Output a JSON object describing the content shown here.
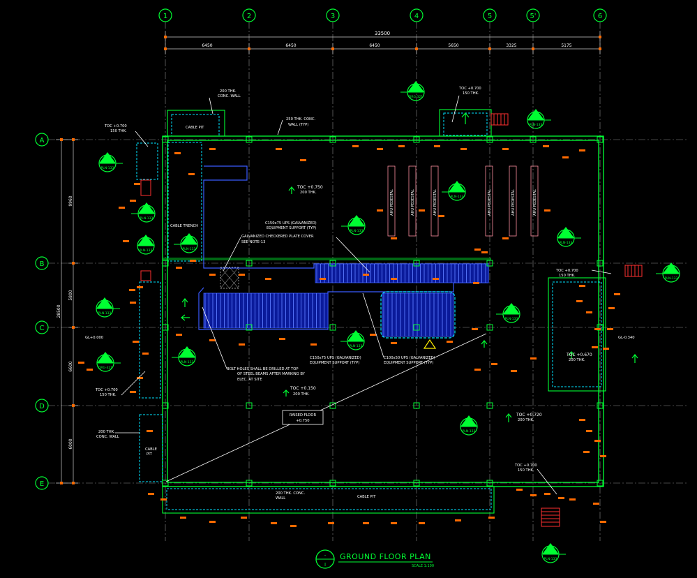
{
  "colors": {
    "background": "#000000",
    "grid_line": "#8c8c8c",
    "wall": "#00ff33",
    "dimension": "#ffffff",
    "dim_tick": "#ff6a00",
    "trench": "#00e5ff",
    "equipment": "#1a3dff",
    "pedestal": "#ff8fa0",
    "text": "#ffffff",
    "marker": "#00ff33"
  },
  "grid_columns": [
    "1",
    "2",
    "3",
    "4",
    "5",
    "5'",
    "6"
  ],
  "grid_rows": [
    "A",
    "B",
    "C",
    "D",
    "E"
  ],
  "dimensions": {
    "overall_horizontal": "33500",
    "bays_horizontal": [
      "6450",
      "6450",
      "6450",
      "5650",
      "3325",
      "5175"
    ],
    "overall_vertical": "28500",
    "bays_vertical": [
      "9960",
      "5800",
      "6600",
      "6000"
    ]
  },
  "section_markers": [
    {
      "letter": "B",
      "ref": "PLN-133"
    },
    {
      "letter": "C",
      "ref": "PLN-133"
    },
    {
      "letter": "C",
      "ref": "PLN-133"
    },
    {
      "letter": "B",
      "ref": "PLN-133"
    },
    {
      "letter": "1",
      "ref": "DRG-321"
    },
    {
      "letter": "N",
      "ref": "PLN-133"
    },
    {
      "letter": "M",
      "ref": "PLN-133"
    },
    {
      "letter": "P",
      "ref": "PLN-133"
    },
    {
      "letter": "E",
      "ref": "PLN-133"
    },
    {
      "letter": "A",
      "ref": "PLN-133"
    },
    {
      "letter": "2",
      "ref": "DRG-321"
    },
    {
      "letter": "J",
      "ref": "PLN-133"
    },
    {
      "letter": "H",
      "ref": "PLN-133"
    },
    {
      "letter": "G",
      "ref": "PLN-133"
    },
    {
      "letter": "D",
      "ref": "PLN-133"
    },
    {
      "letter": "F",
      "ref": "PLN-133"
    },
    {
      "letter": "K",
      "ref": "PLN-133"
    }
  ],
  "annotations": {
    "toc_a_left": "TOC +0.700",
    "thk_a_left": "150 THK.",
    "wall_top_left": "200 THK.",
    "wall_top_left_2": "CONC. WALL",
    "wall_top_mid": "250 THK. CONC.",
    "wall_top_mid_2": "WALL (TYP)",
    "cable_pit_top": "CABLE PIT",
    "toc_top_right": "TOC +0.700",
    "thk_top_right": "150 THK.",
    "toc_main": "TOC +0.750",
    "thk_main": "200 THK.",
    "cable_trench": "CABLE TRENCH",
    "ups_support_1": "C150x75 UPS (GALVANIZED)",
    "ups_support_1b": "EQUIPMENT SUPPORT (TYP)",
    "chequered_plate": "GALVANIZED CHECKERED PLATE COVER",
    "chequered_plate_2": "SEE NOTE-13",
    "gl_left": "GL+0.000",
    "gl_right": "GL-0.340",
    "bolt_note_1": "BOLT HOLES SHALL BE DRILLED AT TOP",
    "bolt_note_2": "OF STEEL BEAMS AFTER MARKING BY",
    "bolt_note_3": "ELEC. AT SITE",
    "ups_support_2": "C150x75 UPS (GALVANIZED)",
    "ups_support_2b": "EQUIPMENT SUPPORT (TYP)",
    "ups_support_3": "C100x50 UPS (GALVANIZED)",
    "ups_support_3b": "EQUIPMENT SUPPORT (TYP)",
    "toc_c_left": "TOC +0.700",
    "thk_c_left": "150 THK.",
    "toc_lower": "TOC +0.150",
    "thk_lower": "200 THK.",
    "raised_floor": "RAISED FLOOR",
    "raised_floor_2": "+0.750",
    "wall_left_low": "200 THK.",
    "wall_left_low_2": "CONC. WALL",
    "cable_pit_left": "CABLE",
    "cable_pit_left_2": "PIT",
    "toc_d_right": "TOC +0.720",
    "thk_d_right": "200 THK.",
    "toc_b_right": "TOC +0.700",
    "thk_b_right": "150 THK.",
    "toc_side": "TOC +0.670",
    "thk_side": "200 THK.",
    "toc_e_right": "TOC +0.700",
    "thk_e_right": "150 THK.",
    "wall_bottom": "200 THK. CONC.",
    "wall_bottom_2": "WALL",
    "cable_pit_bottom": "CABLE PIT",
    "ahu_pedestal": "AHU PEDESTAL"
  },
  "title_block": {
    "marker_top": "-",
    "marker_bottom": "I",
    "title": "GROUND FLOOR PLAN",
    "scale": "SCALE  1:100"
  }
}
